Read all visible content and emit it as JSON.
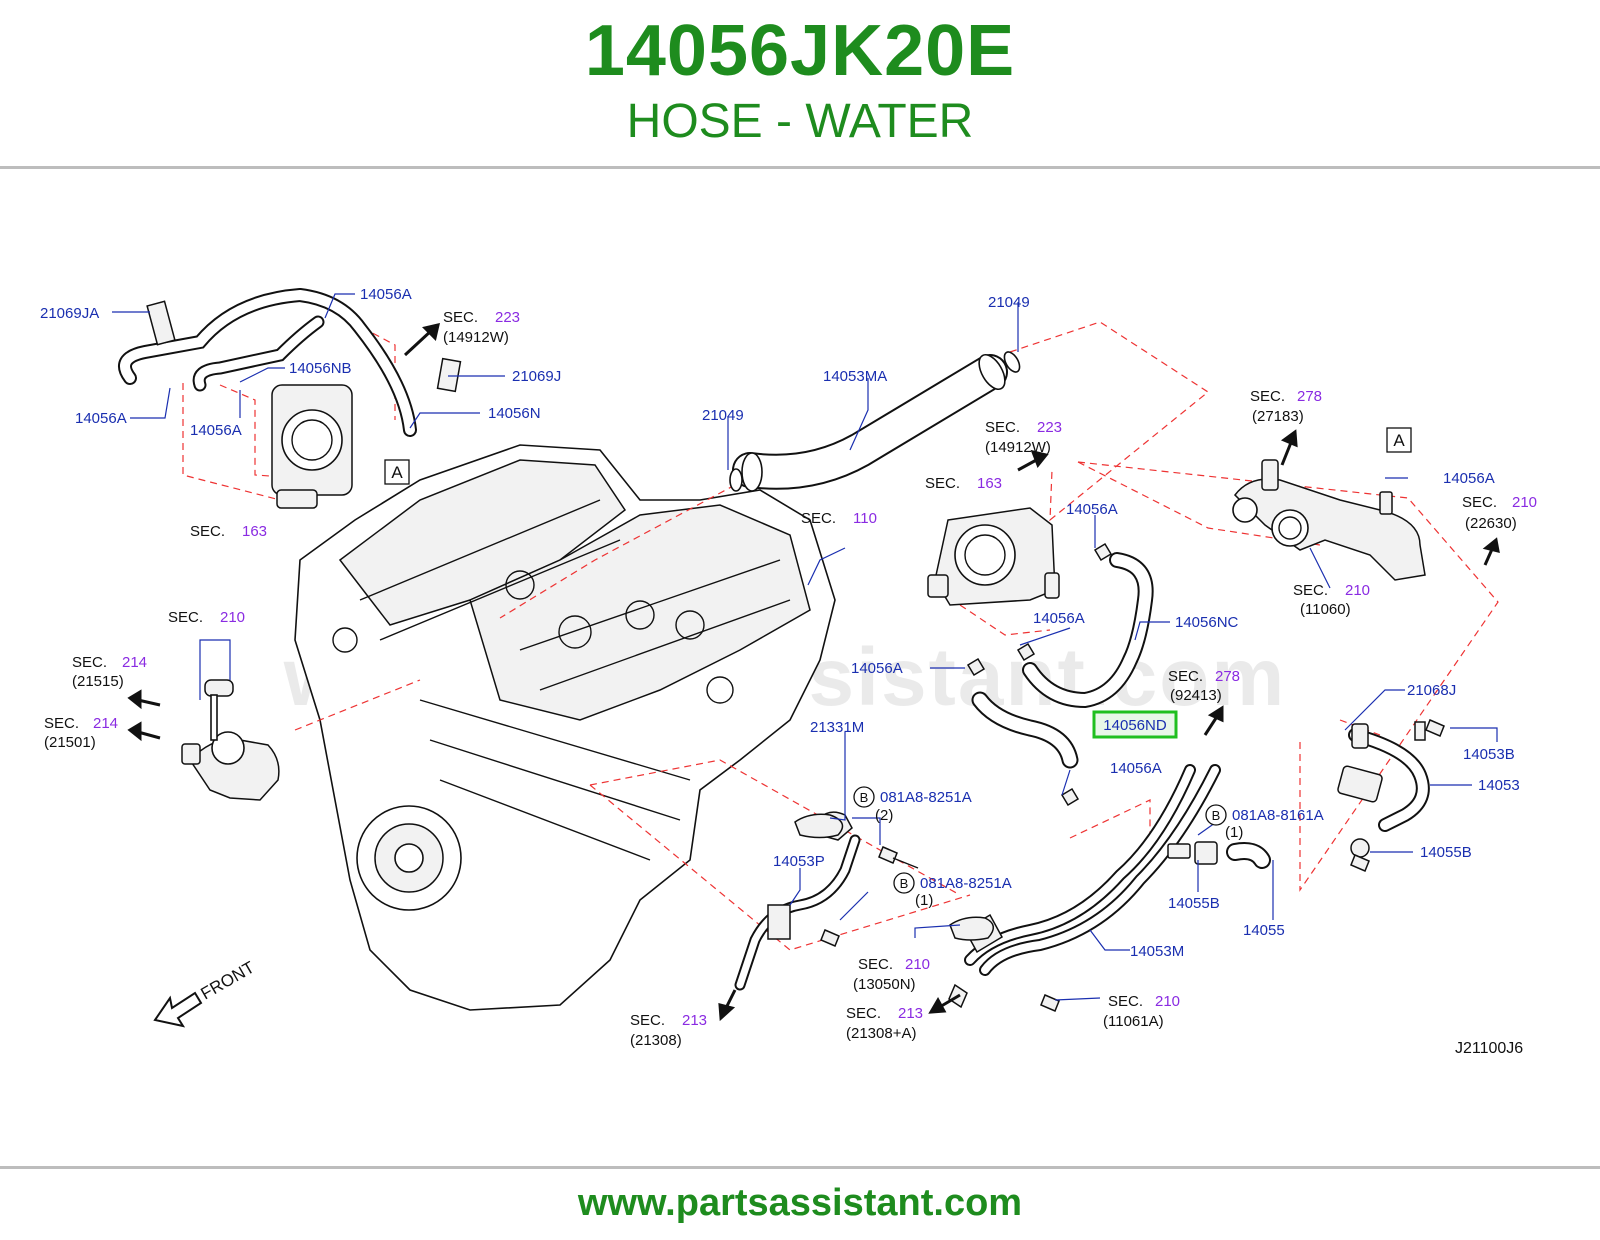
{
  "header": {
    "part_number": "14056JK20E",
    "part_name": "HOSE - WATER"
  },
  "footer": {
    "url": "www.partsassistant.com"
  },
  "diagram": {
    "watermark": "www.partsassistant.com",
    "code": "J21100J6",
    "front_label": "FRONT",
    "sec_word": "SEC.",
    "callout_a": "A",
    "callout_b": "B",
    "highlighted_part": "14056ND",
    "highlight_color": "#1fbf1f",
    "labels": {
      "p21069JA": "21069JA",
      "p14056A_top": "14056A",
      "p14056NB": "14056NB",
      "p14056A_left": "14056A",
      "p14056A_left2": "14056A",
      "p21069J": "21069J",
      "p14056N": "14056N",
      "p21049_top": "21049",
      "p14053MA": "14053MA",
      "p21049_mid": "21049",
      "p14056A_tb": "14056A",
      "p14056A_tb2": "14056A",
      "p14056NC": "14056NC",
      "p14056A_tb3": "14056A",
      "p14056A_tb4": "14056A",
      "p14056A_right": "14056A",
      "p21068J": "21068J",
      "p14053B": "14053B",
      "p14053": "14053",
      "p14055B_r": "14055B",
      "p14055B": "14055B",
      "p14055": "14055",
      "p14053M": "14053M",
      "p21331M": "21331M",
      "p14053P": "14053P",
      "bolt1": "081A8-8251A",
      "bolt1_qty": "(2)",
      "bolt2": "081A8-8251A",
      "bolt2_qty": "(1)",
      "bolt3": "081A8-8161A",
      "bolt3_qty": "(1)"
    },
    "sections": {
      "s223_top": {
        "num": "223",
        "code": "(14912W)"
      },
      "s163_left": {
        "num": "163",
        "code": ""
      },
      "s223_mid": {
        "num": "223",
        "code": "(14912W)"
      },
      "s163_mid": {
        "num": "163",
        "code": ""
      },
      "s110": {
        "num": "110",
        "code": ""
      },
      "s278_top": {
        "num": "278",
        "code": "(27183)"
      },
      "s210_right": {
        "num": "210",
        "code": "(22630)"
      },
      "s210_11060": {
        "num": "210",
        "code": "(11060)"
      },
      "s278_mid": {
        "num": "278",
        "code": "(92413)"
      },
      "s210_left": {
        "num": "210",
        "code": ""
      },
      "s214_a": {
        "num": "214",
        "code": "(21515)"
      },
      "s214_b": {
        "num": "214",
        "code": "(21501)"
      },
      "s213_a": {
        "num": "213",
        "code": "(21308)"
      },
      "s210_13050": {
        "num": "210",
        "code": "(13050N)"
      },
      "s213_b": {
        "num": "213",
        "code": "(21308+A)"
      },
      "s210_11061": {
        "num": "210",
        "code": "(11061A)"
      }
    }
  }
}
